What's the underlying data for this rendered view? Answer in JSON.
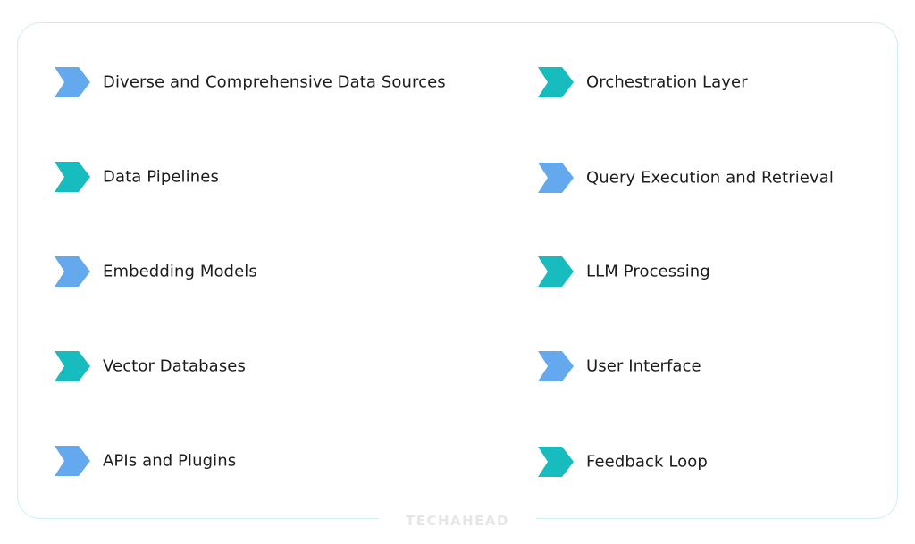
{
  "colors": {
    "blue": "#64a9ee",
    "teal": "#16bcbe",
    "border": "#cfeef1",
    "text": "#1c1c1c",
    "watermark": "#e6e6e6"
  },
  "left_column": [
    {
      "label": "Diverse and Comprehensive Data Sources",
      "icon": "chevron-right-icon",
      "color": "blue"
    },
    {
      "label": "Data Pipelines",
      "icon": "chevron-right-icon",
      "color": "teal"
    },
    {
      "label": "Embedding Models",
      "icon": "chevron-right-icon",
      "color": "blue"
    },
    {
      "label": "Vector Databases",
      "icon": "chevron-right-icon",
      "color": "teal"
    },
    {
      "label": "APIs and Plugins",
      "icon": "chevron-right-icon",
      "color": "blue"
    }
  ],
  "right_column": [
    {
      "label": "Orchestration Layer",
      "icon": "chevron-right-icon",
      "color": "teal"
    },
    {
      "label": "Query Execution and Retrieval",
      "icon": "chevron-right-icon",
      "color": "blue"
    },
    {
      "label": "LLM Processing",
      "icon": "chevron-right-icon",
      "color": "teal"
    },
    {
      "label": "User Interface",
      "icon": "chevron-right-icon",
      "color": "blue"
    },
    {
      "label": "Feedback Loop",
      "icon": "chevron-right-icon",
      "color": "teal"
    }
  ],
  "watermark": "TECHAHEAD"
}
